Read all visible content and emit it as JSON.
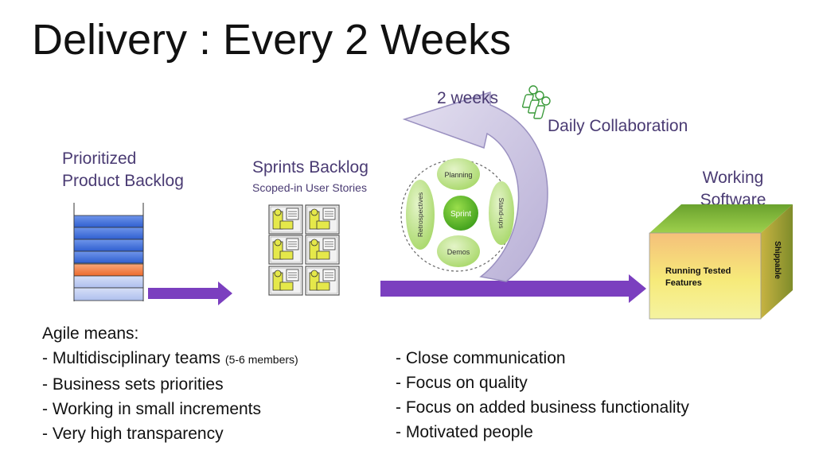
{
  "title": "Delivery : Every 2 Weeks",
  "product_backlog": {
    "line1": "Prioritized",
    "line2": "Product Backlog"
  },
  "sprints_backlog": {
    "title": "Sprints Backlog",
    "subtitle": "Scoped-in User Stories"
  },
  "cycle": {
    "period": "2 weeks",
    "daily": "Daily Collaboration",
    "center": "Sprint",
    "planning": "Planning",
    "standups": "Stand-ups",
    "demos": "Demos",
    "retrospectives": "Retrospectives"
  },
  "working_software": {
    "line1": "Working",
    "line2": "Software"
  },
  "cube": {
    "front_line1": "Running Tested",
    "front_line2": "Features",
    "side": "Shippable"
  },
  "agile": {
    "heading": "Agile means:",
    "left": [
      {
        "text": "- Multidisciplinary teams ",
        "note": "(5-6 members)"
      },
      {
        "text": "- Business sets priorities",
        "note": ""
      },
      {
        "text": "- Working in small increments",
        "note": ""
      },
      {
        "text": "- Very high transparency",
        "note": ""
      }
    ],
    "right": [
      "- Close communication",
      "- Focus on quality",
      "- Focus on added business functionality",
      "- Motivated people"
    ]
  },
  "colors": {
    "arrow": "#7b3fbf",
    "backlog_blue": "#3f6fd8",
    "backlog_orange": "#f07a3c",
    "cycle_green": "#8fd14f",
    "curve_lilac": "#c9c2e0",
    "text_purple": "#4a3b73"
  }
}
